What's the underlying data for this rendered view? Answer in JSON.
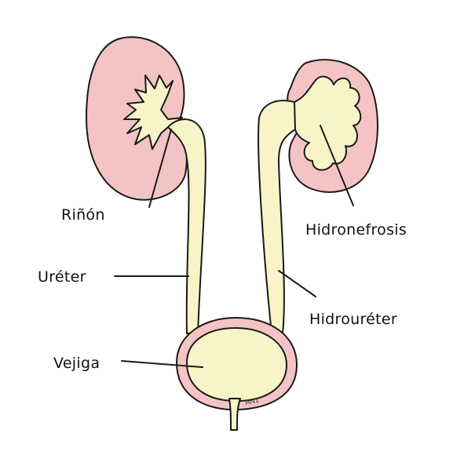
{
  "labels": {
    "rinon": "Riñón",
    "ureter": "Uréter",
    "vejiga": "Vejiga",
    "hidronefrosis": "Hidronefrosis",
    "hidroureter": "Hidrouréter"
  },
  "signature": "AN1",
  "colors": {
    "kidney_fill": "#f4c4c4",
    "urine_fill": "#f7f5c8",
    "outline": "#1a1a1a"
  }
}
